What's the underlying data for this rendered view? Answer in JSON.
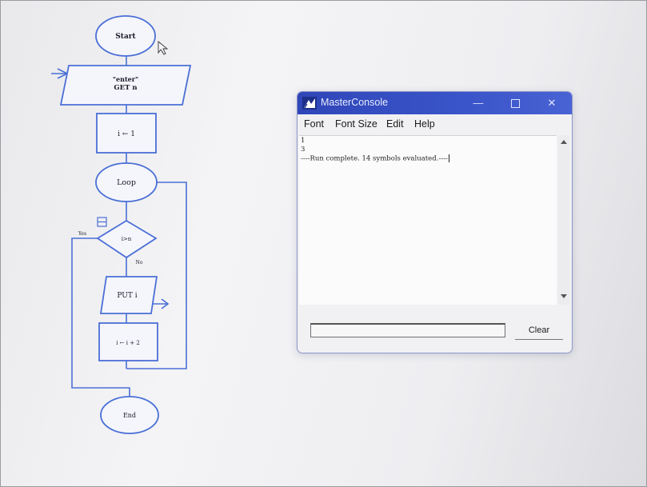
{
  "flowchart": {
    "start": "Start",
    "input_line1": "\"enter\"",
    "input_line2": "GET n",
    "assign1": "i ← 1",
    "loop": "Loop",
    "decision": "i>n",
    "yes_label": "Yes",
    "no_label": "No",
    "output": "PUT i",
    "assign2": "i ← i + 2",
    "end": "End"
  },
  "console": {
    "title": "MasterConsole",
    "menu": [
      "Font",
      "Font Size",
      "Edit",
      "Help"
    ],
    "output_lines": [
      "1",
      "3"
    ],
    "status_line": "----Run complete.  14 symbols evaluated.----",
    "input_value": "",
    "clear_label": "Clear"
  },
  "colors": {
    "titlebar": "#3a55c9",
    "flow_stroke": "#4a6fd6"
  }
}
